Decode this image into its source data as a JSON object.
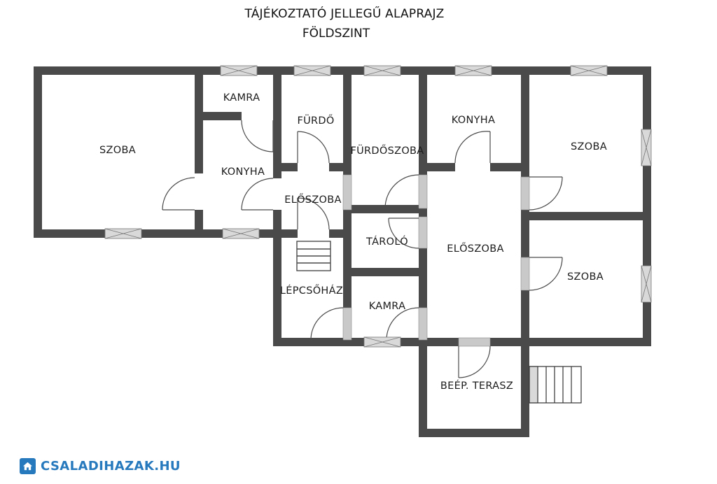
{
  "title": {
    "line1": "TÁJÉKOZTATÓ JELLEGŰ ALAPRAJZ",
    "line2": "FÖLDSZINT"
  },
  "rooms": [
    {
      "id": "szoba-top-left",
      "label": "SZOBA"
    },
    {
      "id": "kamra-left",
      "label": "KAMRA"
    },
    {
      "id": "furdo",
      "label": "FÜRDŐ"
    },
    {
      "id": "furdoszoba",
      "label": "FÜRDŐSZOBA"
    },
    {
      "id": "konyha-right",
      "label": "KONYHA"
    },
    {
      "id": "szoba-top-right",
      "label": "SZOBA"
    },
    {
      "id": "konyha-left",
      "label": "KONYHA"
    },
    {
      "id": "eloszoba-left",
      "label": "ELŐSZOBA"
    },
    {
      "id": "tarolo",
      "label": "TÁROLÓ"
    },
    {
      "id": "eloszoba-right",
      "label": "ELŐSZOBA"
    },
    {
      "id": "szoba-bottom-right",
      "label": "SZOBA"
    },
    {
      "id": "lepcsohaz",
      "label": "LÉPCSŐHÁZ"
    },
    {
      "id": "kamra-bottom",
      "label": "KAMRA"
    },
    {
      "id": "terasz",
      "label": "BEÉP. TERASZ"
    }
  ],
  "watermark": {
    "text": "CSALADIHAZAK.HU",
    "icon": "house-icon"
  },
  "colors": {
    "wall": "#4a4a4a",
    "doorway_fill": "#c9c9c9",
    "window_fill": "#d9d9d9",
    "logo_blue": "#2779bd"
  }
}
